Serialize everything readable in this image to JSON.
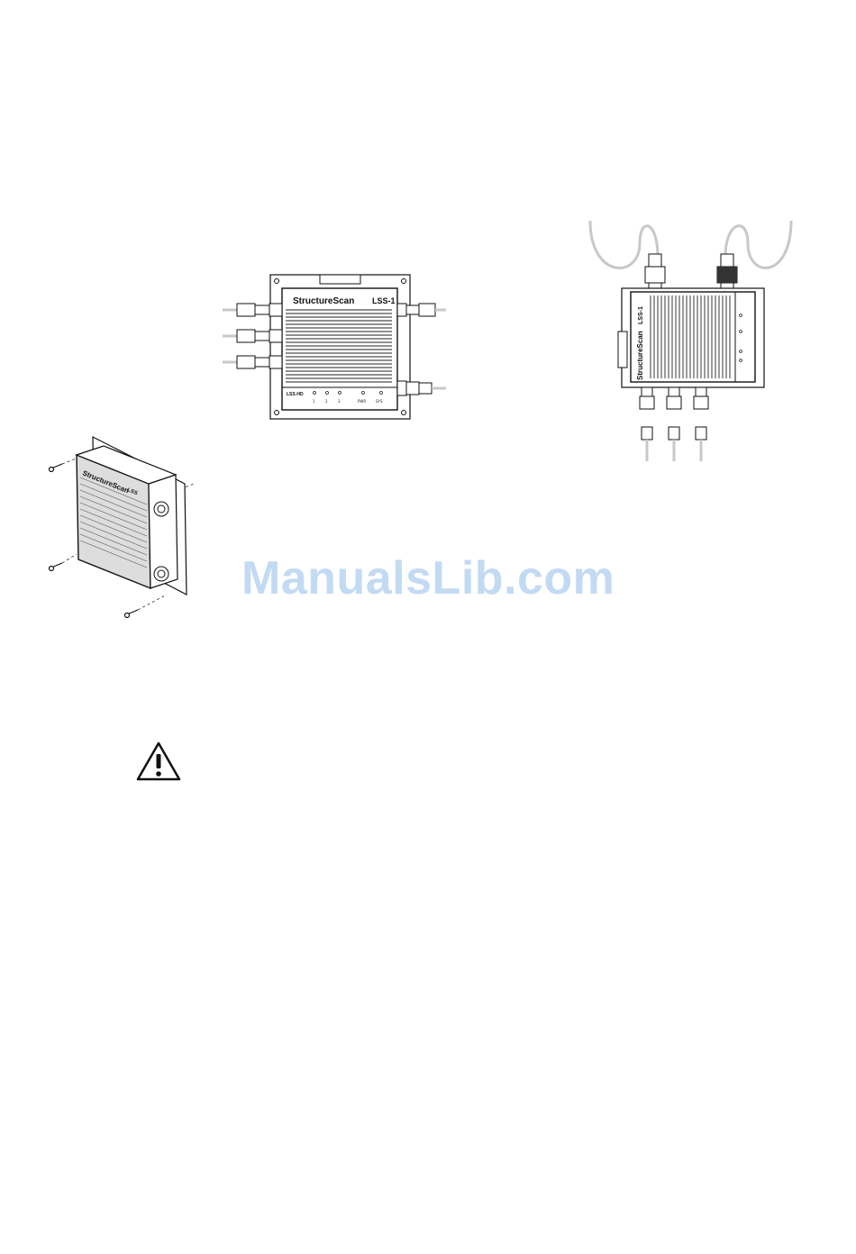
{
  "device": {
    "brand_label": "StructureScan",
    "trademark": "®",
    "model_label": "LSS-1",
    "model_label_short": "LSS",
    "led_labels": [
      "1",
      "2",
      "3"
    ],
    "status_labels": [
      "PWR",
      "SYS"
    ],
    "header_label": "LSS-HD"
  },
  "watermark": {
    "text": "ManualsLib.com"
  },
  "warning": {
    "icon": "warning-triangle-icon"
  },
  "colors": {
    "watermark": "#c3daf3",
    "cable": "#c8c8c8",
    "line": "#111111"
  }
}
